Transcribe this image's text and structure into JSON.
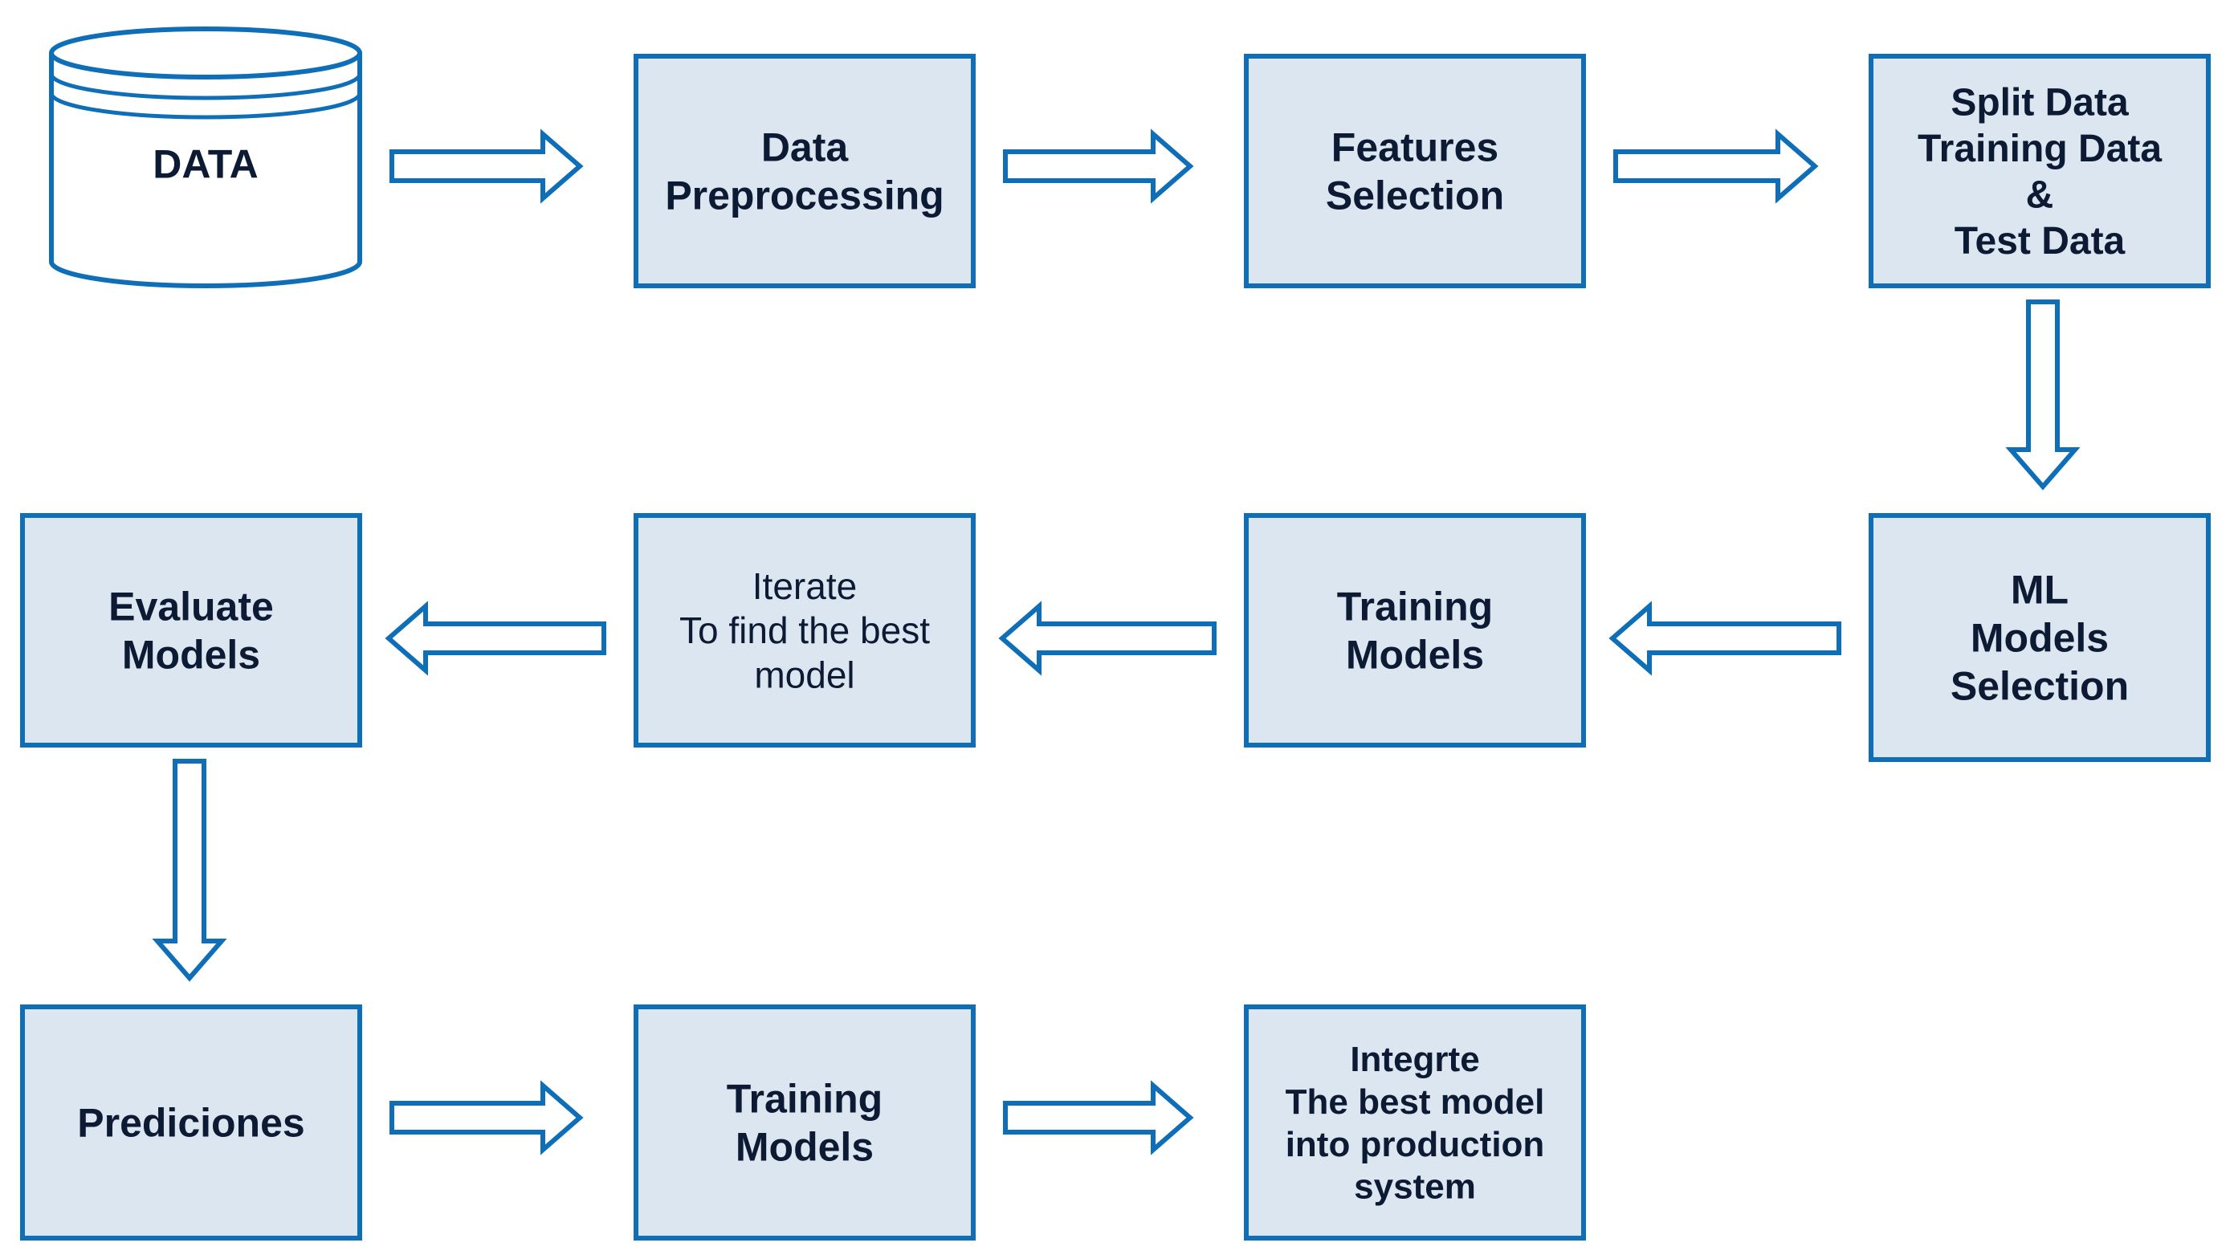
{
  "diagram": {
    "colors": {
      "box_fill": "#dce6f1",
      "stroke": "#0e6fb8",
      "text": "#0d1a33",
      "arrow_fill": "#ffffff"
    },
    "nodes": [
      {
        "id": "data",
        "shape": "cylinder",
        "lines": [
          "DATA"
        ]
      },
      {
        "id": "preprocessing",
        "shape": "box",
        "lines": [
          "Data",
          "Preprocessing"
        ]
      },
      {
        "id": "features",
        "shape": "box",
        "lines": [
          "Features",
          "Selection"
        ]
      },
      {
        "id": "split",
        "shape": "box",
        "lines": [
          "Split Data",
          "Training Data",
          "&",
          "Test Data"
        ]
      },
      {
        "id": "ml-selection",
        "shape": "box",
        "lines": [
          "ML",
          "Models",
          "Selection"
        ]
      },
      {
        "id": "training-1",
        "shape": "box",
        "lines": [
          "Training",
          "Models"
        ]
      },
      {
        "id": "iterate",
        "shape": "box",
        "lines": [
          "Iterate",
          "To find the best",
          "model"
        ]
      },
      {
        "id": "evaluate",
        "shape": "box",
        "lines": [
          "Evaluate",
          "Models"
        ]
      },
      {
        "id": "predictions",
        "shape": "box",
        "lines": [
          "Prediciones"
        ]
      },
      {
        "id": "training-2",
        "shape": "box",
        "lines": [
          "Training",
          "Models"
        ]
      },
      {
        "id": "integrate",
        "shape": "box",
        "lines": [
          "Integrte",
          "The best model",
          "into production",
          "system"
        ]
      }
    ],
    "edges": [
      {
        "from": "data",
        "to": "preprocessing",
        "direction": "right"
      },
      {
        "from": "preprocessing",
        "to": "features",
        "direction": "right"
      },
      {
        "from": "features",
        "to": "split",
        "direction": "right"
      },
      {
        "from": "split",
        "to": "ml-selection",
        "direction": "down"
      },
      {
        "from": "ml-selection",
        "to": "training-1",
        "direction": "left"
      },
      {
        "from": "training-1",
        "to": "iterate",
        "direction": "left"
      },
      {
        "from": "iterate",
        "to": "evaluate",
        "direction": "left"
      },
      {
        "from": "evaluate",
        "to": "predictions",
        "direction": "down"
      },
      {
        "from": "predictions",
        "to": "training-2",
        "direction": "right"
      },
      {
        "from": "training-2",
        "to": "integrate",
        "direction": "right"
      }
    ]
  }
}
